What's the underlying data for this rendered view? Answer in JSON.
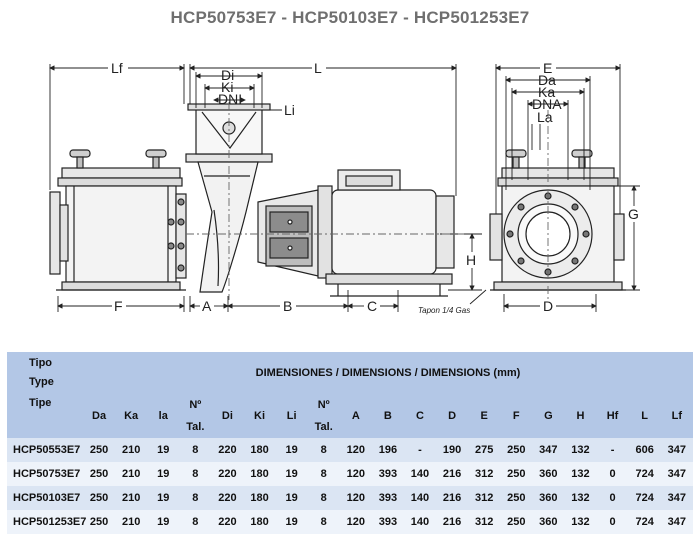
{
  "title": "HCP50753E7 - HCP50103E7 - HCP501253E7",
  "drawing": {
    "labels": {
      "Lf": "Lf",
      "L": "L",
      "E": "E",
      "Di": "Di",
      "Ki": "Ki",
      "DNI": "DNI",
      "Li": "Li",
      "Da": "Da",
      "Ka": "Ka",
      "DNA": "DNA",
      "La": "La",
      "F": "F",
      "A": "A",
      "B": "B",
      "C": "C",
      "D": "D",
      "G": "G",
      "H": "H"
    },
    "tapon_note": "Tapon 1/4 Gas"
  },
  "table": {
    "tipo_lines": [
      "Tipo",
      "Type",
      "Tipe"
    ],
    "dimensions_header": "DIMENSIONES / DIMENSIONS / DIMENSIONS (mm)",
    "columns": [
      "Da",
      "Ka",
      "la",
      "Nº Tal.",
      "Di",
      "Ki",
      "Li",
      "Nº Tal.",
      "A",
      "B",
      "C",
      "D",
      "E",
      "F",
      "G",
      "H",
      "Hf",
      "L",
      "Lf"
    ],
    "rows": [
      {
        "model": "HCP50553E7",
        "values": [
          "250",
          "210",
          "19",
          "8",
          "220",
          "180",
          "19",
          "8",
          "120",
          "196",
          "-",
          "190",
          "275",
          "250",
          "347",
          "132",
          "-",
          "606",
          "347"
        ]
      },
      {
        "model": "HCP50753E7",
        "values": [
          "250",
          "210",
          "19",
          "8",
          "220",
          "180",
          "19",
          "8",
          "120",
          "393",
          "140",
          "216",
          "312",
          "250",
          "360",
          "132",
          "0",
          "724",
          "347"
        ]
      },
      {
        "model": "HCP50103E7",
        "values": [
          "250",
          "210",
          "19",
          "8",
          "220",
          "180",
          "19",
          "8",
          "120",
          "393",
          "140",
          "216",
          "312",
          "250",
          "360",
          "132",
          "0",
          "724",
          "347"
        ]
      },
      {
        "model": "HCP501253E7",
        "values": [
          "250",
          "210",
          "19",
          "8",
          "220",
          "180",
          "19",
          "8",
          "120",
          "393",
          "140",
          "216",
          "312",
          "250",
          "360",
          "132",
          "0",
          "724",
          "347"
        ]
      }
    ]
  }
}
